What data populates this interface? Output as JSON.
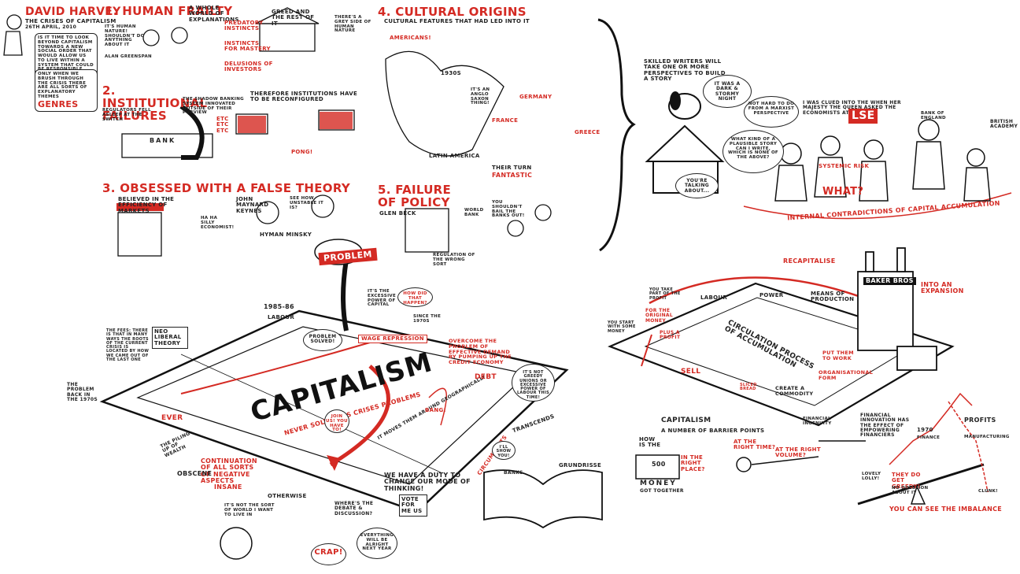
{
  "header": {
    "author": "DAVID HARVEY",
    "subtitle": "THE CRISES of CAPITALISM",
    "date": "26th APRIL, 2010",
    "intro": "IS IT TIME TO LOOK BEYOND CAPITALISM TOWARDS A NEW SOCIAL ORDER THAT WOULD ALLOW US TO LIVE WITHIN A SYSTEM THAT COULD BE RESPONSIBLE, JUST & HUMANE?",
    "genres_text": "ONLY WHEN WE BRUSH THROUGH THE CRISIS THERE ARE ALL SORTS OF EXPLANATORY THEMES",
    "genres": "GENRES"
  },
  "sections": {
    "s1": {
      "title": "1. HUMAN FRAILTY",
      "note": "A WHOLE WORLD OF EXPLANATIONS",
      "labels": [
        "IT'S HUMAN NATURE! SHOULDN'T DO ANYTHING ABOUT IT",
        "ALAN GREENSPAN",
        "PREDATORY INSTINCTS",
        "INSTINCTS FOR MASTERY",
        "DELUSIONS OF INVESTORS",
        "GREED AND THE REST OF IT",
        "THERE'S A GREY SIDE OF HUMAN NATURE"
      ]
    },
    "s2": {
      "title": "2. INSTITUTIONAL FAILURES",
      "labels": [
        "REGULATORS FELL ASLEEP AT THE SWITCH",
        "THE SHADOW BANKING SYSTEM INNOVATED OUTSIDE OF THEIR PURVIEW",
        "THEREFORE INSTITUTIONS HAVE TO BE RECONFIGURED",
        "BANK",
        "ETC ETC ETC",
        "PONG!"
      ]
    },
    "s3": {
      "title": "3. OBSESSED WITH A FALSE THEORY",
      "labels": [
        "BELIEVED IN THE EFFICIENCY OF MARKETS",
        "JOHN MAYNARD KEYNES",
        "HA HA SILLY ECONOMIST!",
        "SEE HOW UNSTABLE IT IS?",
        "HYMAN MINSKY"
      ]
    },
    "s4": {
      "title": "4. CULTURAL ORIGINS",
      "note": "CULTURAL FEATURES THAT HAD LED INTO IT",
      "labels": [
        "AMERICANS!",
        "1930s",
        "IT'S AN ANGLO SAXON THING!",
        "FRANCE",
        "GERMANY",
        "GREECE",
        "LATIN AMERICA",
        "THEIR TURN",
        "FANTASTIC"
      ]
    },
    "s5": {
      "title": "5. FAILURE OF POLICY",
      "labels": [
        "GLEN BECK",
        "WORLD BANK",
        "REGULATION OF THE WRONG SORT",
        "YOU SHOULDN'T BAIL THE BANKS OUT!"
      ]
    }
  },
  "snoopy": {
    "intro": "SKILLED WRITERS WILL TAKE ONE OR MORE PERSPECTIVES TO BUILD A STORY",
    "bubble1": "IT WAS A DARK & STORMY NIGHT",
    "bubble2": "NOT HARD TO DO FROM A MARXIST PERSPECTIVE",
    "bubble3": "WHAT KIND OF A PLAUSIBLE STORY CAN I WRITE, WHICH IS NONE OF THE ABOVE?",
    "queen": "I WAS CLUED INTO THE WHEN HER MAJESTY THE QUEEN ASKED THE ECONOMISTS AT",
    "lse": "LSE",
    "systemic": "SYSTEMIC RISK",
    "what": "WHAT?",
    "bank": "BANK OF ENGLAND",
    "british": "BRITISH ACADEMY",
    "talking": "YOU'RE TALKING ABOUT...",
    "banner": "INTERNAL CONTRADICTIONS OF CAPITAL ACCUMULATION"
  },
  "board": {
    "problem": "PROBLEM",
    "capitalism": "CAPITALISM",
    "never": "NEVER SOLVES ITS CRISES PROBLEMS",
    "moves": "IT MOVES THEM AROUND GEOGRAPHICALLY",
    "year": "1985-86",
    "labour": "LABOUR",
    "neo": "NEO LIBERAL THEORY",
    "problem_solved": "PROBLEM SOLVED!",
    "wage": "WAGE REPRESSION",
    "howdid": "HOW DID THAT HAPPEN?",
    "excessive": "IT'S THE EXCESSIVE POWER OF CAPITAL",
    "since": "SINCE THE 1970s",
    "overcome": "OVERCOME THE PROBLEM OF EFFECTIVE DEMAND BY PUMPING UP THE CREDIT ECONOMY",
    "debt": "DEBT",
    "bang": "BANG!",
    "notgreedy": "IT'S NOT GREEDY UNIONS OR EXCESSIVE POWER OF LABOUR THIS TIME!",
    "fees": "THE FEES: THERE IS THAT IN MANY WAYS THE ROOTS OF THE CURRENT CRISIS IS LOCATED BY HOW WE CAME OUT OF THE LAST ONE",
    "problem_back": "THE PROBLEM BACK IN THE 1970s",
    "joinus": "JOIN US! YOU HAVE TO!",
    "continuation": "CONTINUATION OF ALL SORTS OF NEGATIVE ASPECTS",
    "otherwise": "OTHERWISE",
    "obscene": "OBSCENE",
    "insane": "INSANE",
    "notworld": "IT'S NOT THE SORT OF WORLD I WANT TO LIVE IN",
    "piling": "THE PILING UP OF WEALTH",
    "ever": "EVER",
    "debate": "WHERE'S THE DEBATE & DISCUSSION?",
    "crap": "CRAP!",
    "alright": "EVERYTHING WILL BE ALRIGHT NEXT YEAR",
    "duty": "WE HAVE A DUTY TO CHANGE OUR MODE OF THINKING!",
    "vote": "VOTE FOR ME US",
    "grundrisse": "GRUNDRISSE",
    "circumvents": "CIRCUMVENTS",
    "transcends": "TRANSCENDS",
    "showyou": "I'LL SHOW YOU!",
    "banks": "BANKS"
  },
  "circulation": {
    "recap": "RECAPITALISE",
    "baker": "BAKER BROS",
    "expansion": "INTO AN EXPANSION",
    "labour": "LABOUR",
    "power": "POWER",
    "means": "MEANS OF PRODUCTION",
    "takepart": "YOU TAKE PART OF THE PROFIT",
    "original": "FOR THE ORIGINAL MONEY",
    "plusprofit": "PLUS A PROFIT",
    "start": "YOU START WITH SOME MONEY",
    "cycle": "CIRCULATION PROCESS OF ACCUMULATION",
    "sell": "SELL",
    "put": "PUT THEM TO WORK",
    "org": "ORGANISATIONAL FORM",
    "create": "CREATE A COMMODITY",
    "sliced": "SLICED BREAD"
  },
  "barriers": {
    "title": "CAPITALISM",
    "subtitle": "A NUMBER OF BARRIER POINTS",
    "how": "HOW IS THE",
    "money": "MONEY",
    "together": "GOT TOGETHER",
    "note": "500",
    "place": "IN THE RIGHT PLACE?",
    "time": "AT THE RIGHT TIME?",
    "volume": "AT THE RIGHT VOLUME?",
    "ingenuity": "FINANCIAL INGENUITY",
    "innovation": "FINANCIAL INNOVATION HAS THE EFFECT OF EMPOWERING FINANCIERS",
    "profits": "PROFITS",
    "y1970": "1970",
    "finance": "FINANCE",
    "manufacturing": "MANUFACTURING",
    "greedy": "THEY DO GET GREEDY!",
    "noquestion": "NO QUESTION ABOUT IT",
    "lovely": "LOVELY LOLLY!",
    "imbalance": "YOU CAN SEE THE IMBALANCE",
    "clunk": "CLUNK!"
  }
}
